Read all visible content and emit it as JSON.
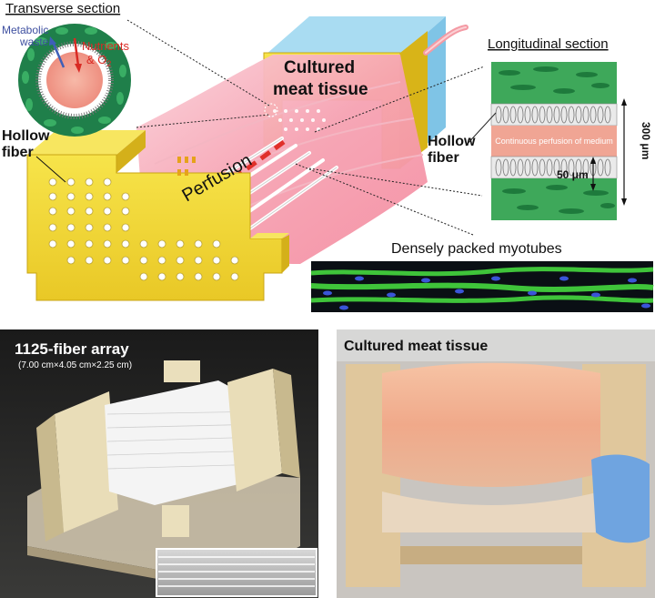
{
  "diagram": {
    "transverse": {
      "title": "Transverse section",
      "metabolic_line1": "Metabolic",
      "metabolic_line2": "waste",
      "nutrients_line1": "Nutrients",
      "nutrients_line2": "& O",
      "nutrients_sub": "2"
    },
    "hollow_fiber_left": {
      "line1": "Hollow",
      "line2": "fiber"
    },
    "cultured_label": {
      "line1": "Cultured",
      "line2": "meat tissue"
    },
    "perfusion_label": "Perfusion",
    "longitudinal": {
      "title": "Longitudinal section",
      "continuous": "Continuous perfusion of medium",
      "scale_300": "300 μm",
      "scale_50": "50 μm"
    },
    "hollow_fiber_right": {
      "line1": "Hollow",
      "line2": "fiber"
    },
    "myotubes_label": "Densely packed myotubes"
  },
  "photo_left": {
    "title": "1125-fiber array",
    "dims": "(7.00 cm×4.05 cm×2.25 cm)"
  },
  "photo_right": {
    "title": "Cultured meat tissue"
  },
  "colors": {
    "yellow_frame": "#f2dc2a",
    "tissue_pink": "#f6a2b2",
    "cell_green": "#2f9a4a",
    "perfusion_red": "#e0302a",
    "tube_blue": "#9cd6ee"
  }
}
